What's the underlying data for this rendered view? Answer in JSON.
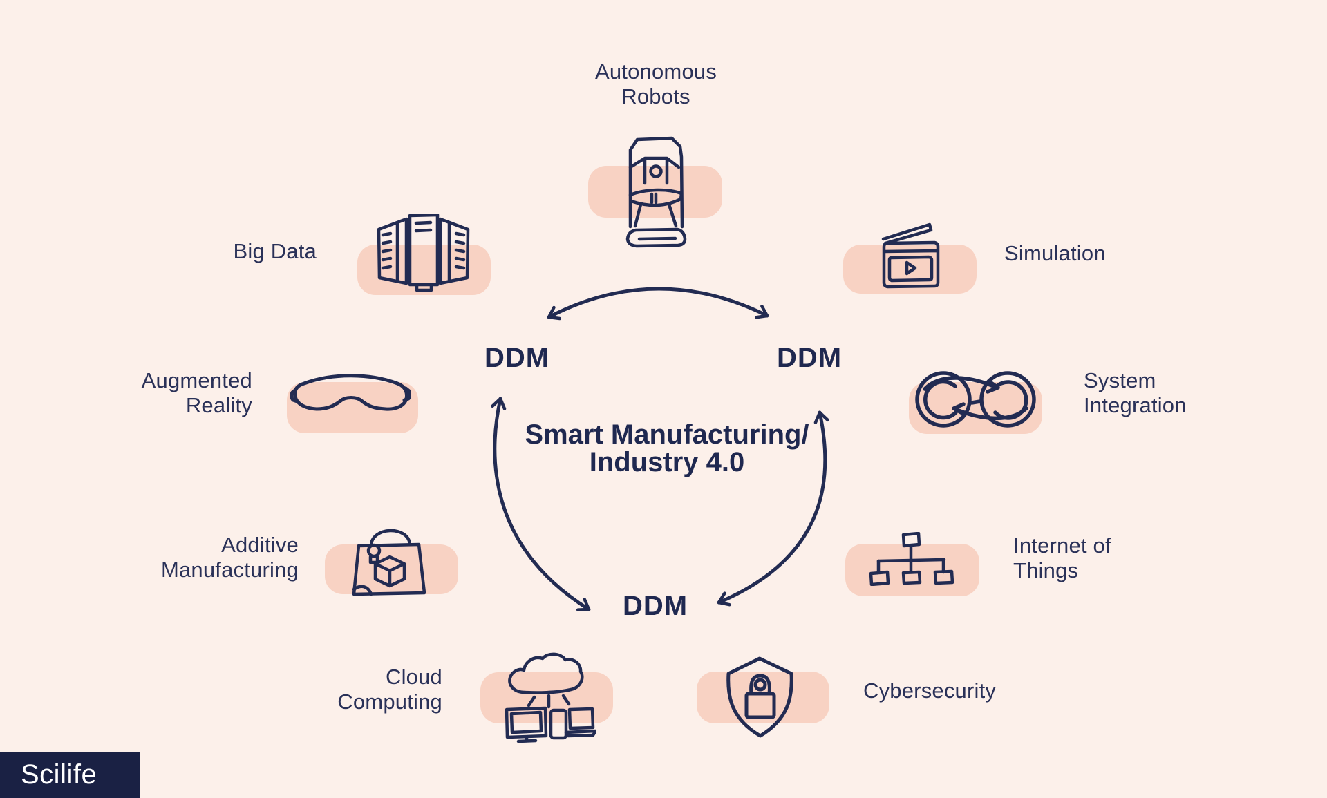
{
  "colors": {
    "background": "#fcf0ea",
    "highlight_pill": "#f8d2c3",
    "ink_navy": "#222b52",
    "title_navy": "#1f2850",
    "logo_background": "#1a2144",
    "logo_text": "#ffffff"
  },
  "center": {
    "title_lines": [
      "Smart Manufacturing/",
      "Industry 4.0"
    ],
    "ddm_left": "DDM",
    "ddm_right": "DDM",
    "ddm_bottom": "DDM"
  },
  "items": [
    {
      "id": "autonomous-robots",
      "lines": [
        "Autonomous",
        "Robots"
      ],
      "icon": "autonomous-robot-icon"
    },
    {
      "id": "big-data",
      "lines": [
        "Big Data"
      ],
      "icon": "server-stack-icon"
    },
    {
      "id": "simulation",
      "lines": [
        "Simulation"
      ],
      "icon": "clapperboard-icon"
    },
    {
      "id": "augmented-reality",
      "lines": [
        "Augmented",
        "Reality"
      ],
      "icon": "vr-goggles-icon"
    },
    {
      "id": "system-integration",
      "lines": [
        "System",
        "Integration"
      ],
      "icon": "sync-circles-icon"
    },
    {
      "id": "additive-manufacturing",
      "lines": [
        "Additive",
        "Manufacturing"
      ],
      "icon": "bag-3d-cube-icon"
    },
    {
      "id": "internet-of-things",
      "lines": [
        "Internet of",
        "Things"
      ],
      "icon": "network-hierarchy-icon"
    },
    {
      "id": "cloud-computing",
      "lines": [
        "Cloud",
        "Computing"
      ],
      "icon": "cloud-devices-icon"
    },
    {
      "id": "cybersecurity",
      "lines": [
        "Cybersecurity"
      ],
      "icon": "shield-lock-icon"
    }
  ],
  "logo": {
    "text": "Scilife"
  }
}
